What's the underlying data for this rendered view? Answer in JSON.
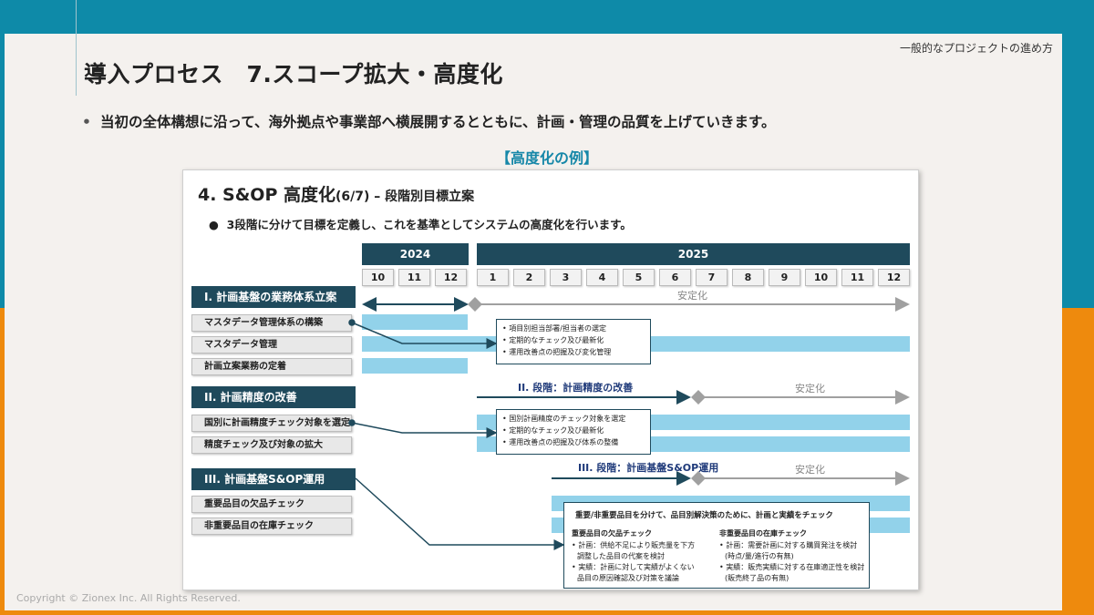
{
  "header": {
    "corner_label": "一般的なプロジェクトの進め方",
    "title": "導入プロセス　7.スコープ拡大・高度化",
    "bullet": "当初の全体構想に沿って、海外拠点や事業部へ横展開するとともに、計画・管理の品質を上げていきます。",
    "example_label": "【高度化の例】"
  },
  "card": {
    "title_main": "4. S&OP 高度化",
    "title_page": "(6/7)",
    "title_sub": " – 段階別目標立案",
    "bullet": "3段階に分けて目標を定義し、これを基準としてシステムの高度化を行います。"
  },
  "timeline": {
    "years": [
      "2024",
      "2025"
    ],
    "months_2024": [
      "10",
      "11",
      "12"
    ],
    "months_2025": [
      "1",
      "2",
      "3",
      "4",
      "5",
      "6",
      "7",
      "8",
      "9",
      "10",
      "11",
      "12"
    ]
  },
  "phases": [
    {
      "label": "I. 計画基盤の業務体系立案",
      "tasks": [
        "マスタデータ管理体系の構築",
        "マスタデータ管理",
        "計画立案業務の定着"
      ],
      "stable_label": "安定化",
      "note": [
        "項目別担当部署/担当者の選定",
        "定期的なチェック及び最新化",
        "運用改善点の把握及び変化管理"
      ]
    },
    {
      "label": "II. 計画精度の改善",
      "timeline_label": "II. 段階：計画精度の改善",
      "tasks": [
        "国別に計画精度チェック対象を選定",
        "精度チェック及び対象の拡大"
      ],
      "stable_label": "安定化",
      "note": [
        "国別計画精度のチェック対象を選定",
        "定期的なチェック及び最新化",
        "運用改善点の把握及び体系の整備"
      ]
    },
    {
      "label": "III. 計画基盤S&OP運用",
      "timeline_label": "III. 段階：計画基盤S&OP運用",
      "tasks": [
        "重要品目の欠品チェック",
        "非重要品目の在庫チェック"
      ],
      "stable_label": "安定化",
      "note_header": "重要/非重要品目を分けて、品目別解決策のために、計画と実績をチェック",
      "note_left": {
        "title": "重要品目の欠品チェック",
        "plan": "• 計画：供給不足により販売量を下方",
        "plan2": "調整した品目の代案を検討",
        "actual": "• 実績：計画に対して実績がよくない",
        "actual2": "品目の原因確認及び対策を議論"
      },
      "note_right": {
        "title": "非重要品目の在庫チェック",
        "plan": "• 計画：需要計画に対する購買発注を検討",
        "plan2": "(時点/量/進行の有無)",
        "actual": "• 実績：販売実績に対する在庫適正性を検討",
        "actual2": "(販売終了品の有無)"
      }
    }
  ],
  "footer": {
    "copyright": "Copyright © Zionex Inc. All Rights Reserved."
  },
  "colors": {
    "navy": "#1f4a5c",
    "bar": "#92d2ea",
    "teal": "#0e8aa8",
    "orange": "#ee8a0d",
    "accent_text": "#1687a8"
  }
}
